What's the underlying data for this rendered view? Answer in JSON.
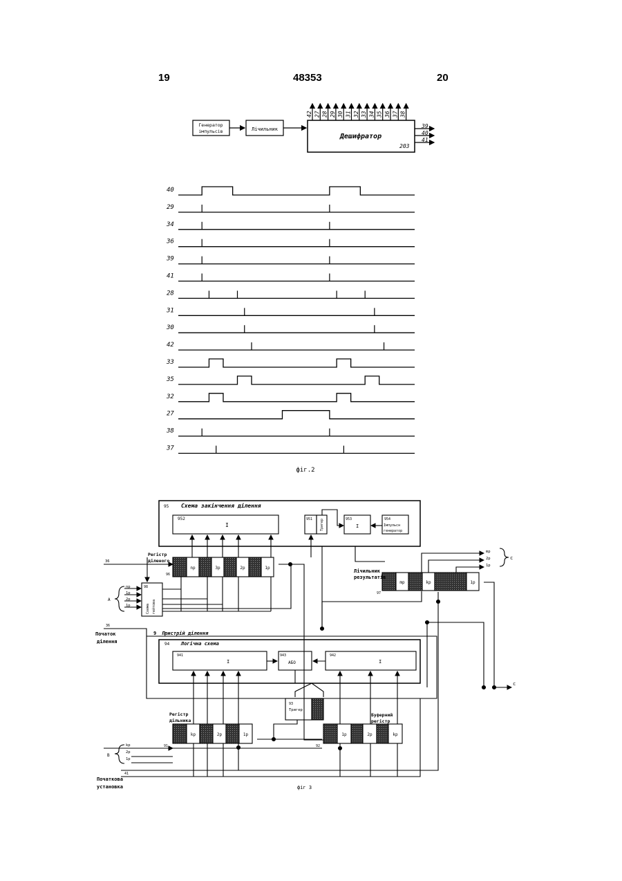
{
  "header": {
    "page_left": "19",
    "patent_number": "48353",
    "page_right": "20"
  },
  "fig2": {
    "caption": "фіг.2",
    "blocks": {
      "generator": [
        "Генератор",
        "імпульсів"
      ],
      "counter": "Лічильник",
      "decoder": "Дешифратор",
      "decoder_id": "203"
    },
    "top_outputs": [
      "42",
      "27",
      "28",
      "29",
      "30",
      "31",
      "32",
      "33",
      "34",
      "35",
      "36",
      "37",
      "38"
    ],
    "right_outputs": [
      "39",
      "40",
      "41"
    ],
    "timing_rows": [
      {
        "label": "40",
        "pulses": [
          [
            0.1,
            0.23
          ],
          [
            0.64,
            0.77
          ]
        ]
      },
      {
        "label": "29",
        "ticks": [
          0.1,
          0.64
        ]
      },
      {
        "label": "34",
        "ticks": [
          0.1,
          0.64
        ]
      },
      {
        "label": "36",
        "ticks": [
          0.1,
          0.64
        ]
      },
      {
        "label": "39",
        "ticks": [
          0.1,
          0.64
        ]
      },
      {
        "label": "41",
        "ticks": [
          0.1,
          0.64
        ]
      },
      {
        "label": "28",
        "ticks": [
          0.13,
          0.25,
          0.67,
          0.79
        ]
      },
      {
        "label": "31",
        "ticks": [
          0.28,
          0.83
        ]
      },
      {
        "label": "30",
        "ticks": [
          0.28,
          0.83
        ]
      },
      {
        "label": "42",
        "ticks": [
          0.31,
          0.87
        ]
      },
      {
        "label": "33",
        "pulses": [
          [
            0.13,
            0.19
          ],
          [
            0.67,
            0.73
          ]
        ]
      },
      {
        "label": "35",
        "pulses": [
          [
            0.25,
            0.31
          ],
          [
            0.79,
            0.85
          ]
        ]
      },
      {
        "label": "32",
        "pulses": [
          [
            0.13,
            0.19
          ],
          [
            0.67,
            0.73
          ]
        ]
      },
      {
        "label": "27",
        "pulses": [
          [
            0.44,
            0.64
          ]
        ]
      },
      {
        "label": "38",
        "ticks": [
          0.1,
          0.64
        ]
      },
      {
        "label": "37",
        "ticks": [
          0.16,
          0.7
        ]
      }
    ]
  },
  "fig3": {
    "caption": "фіг 3",
    "scheme_end": {
      "id": "95",
      "title": "Схема закінчення ділення"
    },
    "and_952": {
      "id": "952",
      "sym": "I"
    },
    "trigger_951": {
      "id": "951",
      "sym": "Тригер"
    },
    "and_953": {
      "id": "953",
      "sym": "I"
    },
    "pulse_gen_954": {
      "id": "954",
      "lines": [
        "Імпульсн",
        "генератор"
      ]
    },
    "dividend_register": {
      "label": [
        "Регістр",
        "діленого"
      ],
      "id": "96",
      "cells": [
        "np",
        "3p",
        "2p",
        "1p"
      ]
    },
    "result_counter": {
      "label": [
        "Лічильник",
        "результатів"
      ],
      "id": "97",
      "cells": [
        "mp",
        "kp",
        "1p"
      ]
    },
    "c_outputs": [
      "mp",
      "2p",
      "1p"
    ],
    "c_label": "c",
    "gate_scheme": {
      "id": "98",
      "lines": [
        "Схема",
        "гейтова"
      ]
    },
    "a_inputs": [
      "np",
      "1p",
      "2p",
      "1p"
    ],
    "a_label": "A",
    "input_36": "36",
    "start_label": {
      "id": "36",
      "lines": [
        "Початок",
        "ділення"
      ]
    },
    "device": {
      "id": "9",
      "title": "Пристрій ділення"
    },
    "logic": {
      "id": "94",
      "title": "Логічна схема"
    },
    "and_941": {
      "id": "941",
      "sym": "I"
    },
    "or_943": {
      "id": "943",
      "sym": "АБО"
    },
    "and_942": {
      "id": "942",
      "sym": "I"
    },
    "trigger_93": {
      "id": "93",
      "sym": "Тригер"
    },
    "divisor_register": {
      "label": [
        "Регістр",
        "дільника"
      ],
      "id": "91",
      "cells": [
        "kp",
        "2p",
        "1p"
      ]
    },
    "buffer_register": {
      "label": [
        "Буферний",
        "регістр"
      ],
      "id": "92",
      "cells": [
        "1p",
        "2p",
        "kp"
      ]
    },
    "b_inputs": [
      "kp",
      "2p",
      "1p"
    ],
    "b_label": "B",
    "input_41": "41",
    "init_label": [
      "Початкова",
      "установка"
    ],
    "output_c": "c"
  }
}
